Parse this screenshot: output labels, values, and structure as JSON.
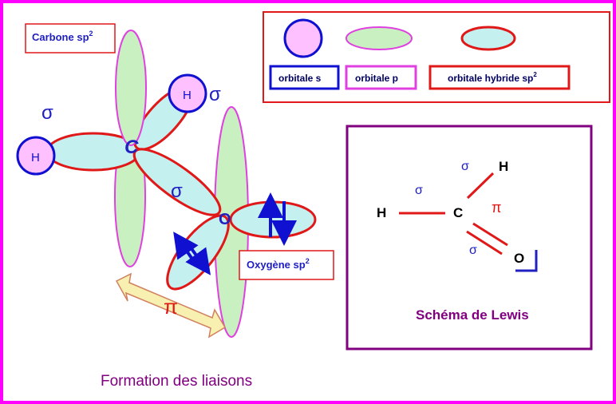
{
  "colors": {
    "background": "#ff00ff",
    "inner": "#ffffff",
    "s_fill": "#ffc0ff",
    "s_stroke": "#1010d0",
    "p_fill": "#c8f0c0",
    "p_stroke": "#e040e0",
    "sp2_fill": "#c4f0f0",
    "sp2_stroke": "#e01818",
    "sigma": "#2020c0",
    "pi": "#e01818",
    "title": "#800080",
    "lewis_frame": "#800080",
    "arrow_blue": "#1010d0",
    "pi_arrow_fill": "#f8f0b0",
    "pi_arrow_stroke": "#d08060"
  },
  "labels": {
    "carbon_label": "Carbone sp",
    "carbon_sup": "2",
    "oxygen_label": "Oxygène sp",
    "oxygen_sup": "2",
    "atom_c": "C",
    "atom_o": "O",
    "atom_h": "H",
    "sigma": "σ",
    "pi": "π",
    "title": "Formation des liaisons"
  },
  "legend": {
    "s": "orbitale s",
    "p": "orbitale p",
    "hybrid": "orbitale hybride sp",
    "hybrid_sup": "2"
  },
  "lewis": {
    "title": "Schéma de Lewis",
    "h": "H",
    "c": "C",
    "o": "O",
    "sigma": "σ",
    "pi": "π"
  }
}
